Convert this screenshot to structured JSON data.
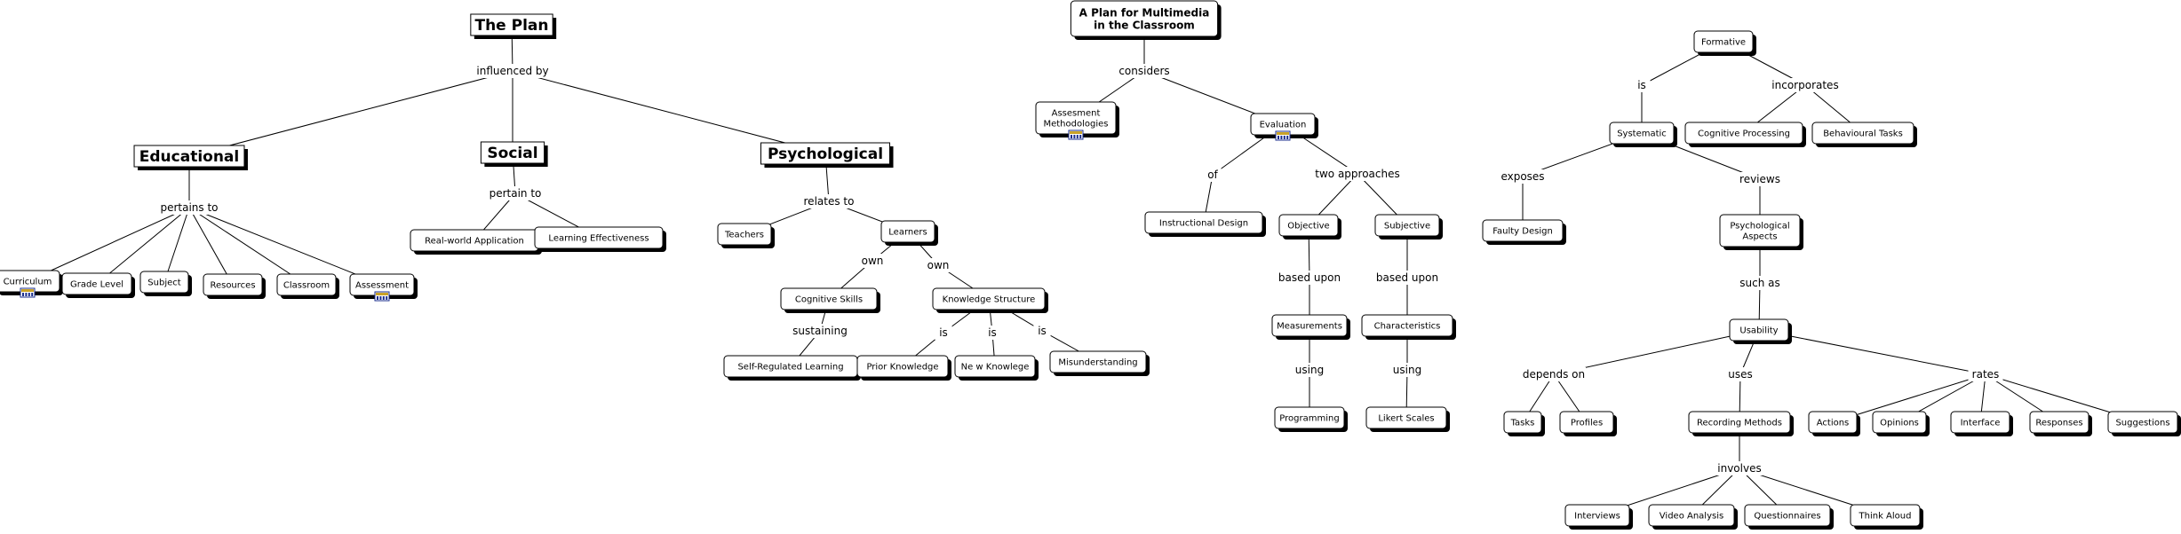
{
  "accent_color": "#e39b10",
  "concepts": [
    {
      "id": "plan",
      "label": "The Plan",
      "style": "big"
    },
    {
      "id": "educational",
      "label": "Educational",
      "style": "big"
    },
    {
      "id": "social",
      "label": "Social",
      "style": "big"
    },
    {
      "id": "psychological",
      "label": "Psychological",
      "style": "big"
    },
    {
      "id": "curriculum",
      "label": "Curriculum",
      "style": "small",
      "has_icon": true
    },
    {
      "id": "grade_level",
      "label": "Grade Level",
      "style": "small"
    },
    {
      "id": "subject",
      "label": "Subject",
      "style": "small"
    },
    {
      "id": "resources",
      "label": "Resources",
      "style": "small"
    },
    {
      "id": "classroom",
      "label": "Classroom",
      "style": "small"
    },
    {
      "id": "assessment",
      "label": "Assessment",
      "style": "small",
      "has_icon": true
    },
    {
      "id": "realworld",
      "label": "Real-world Application",
      "style": "small"
    },
    {
      "id": "learning_eff",
      "label": "Learning Effectiveness",
      "style": "small"
    },
    {
      "id": "teachers",
      "label": "Teachers",
      "style": "small"
    },
    {
      "id": "learners",
      "label": "Learners",
      "style": "small"
    },
    {
      "id": "cognitive_skills",
      "label": "Cognitive Skills",
      "style": "small"
    },
    {
      "id": "knowledge_structure",
      "label": "Knowledge Structure",
      "style": "small"
    },
    {
      "id": "self_regulated",
      "label": "Self-Regulated Learning",
      "style": "small"
    },
    {
      "id": "prior_knowledge",
      "label": "Prior Knowledge",
      "style": "small"
    },
    {
      "id": "new_knowlege",
      "label": "Ne w Knowlege",
      "style": "small"
    },
    {
      "id": "misunderstanding",
      "label": "Misunderstanding",
      "style": "small"
    },
    {
      "id": "mm_plan",
      "label": "A Plan for Multimedia in the Classroom",
      "lines": [
        "A Plan for Multimedia",
        "in the Classroom"
      ],
      "style": "title"
    },
    {
      "id": "assess_methods",
      "label": "Assessment Methodologies",
      "lines": [
        "Assesment",
        "Methodologies"
      ],
      "style": "small",
      "has_icon": true
    },
    {
      "id": "evaluation",
      "label": "Evaluation",
      "style": "small",
      "has_icon": true
    },
    {
      "id": "instructional_design",
      "label": "Instructional Design",
      "style": "small"
    },
    {
      "id": "objective",
      "label": "Objective",
      "style": "small"
    },
    {
      "id": "subjective",
      "label": "Subjective",
      "style": "small"
    },
    {
      "id": "measurements",
      "label": "Measurements",
      "style": "small"
    },
    {
      "id": "characteristics",
      "label": "Characteristics",
      "style": "small"
    },
    {
      "id": "programming",
      "label": "Programming",
      "style": "small"
    },
    {
      "id": "likert",
      "label": "Likert Scales",
      "style": "small"
    },
    {
      "id": "formative",
      "label": "Formative",
      "style": "small"
    },
    {
      "id": "systematic",
      "label": "Systematic",
      "style": "small"
    },
    {
      "id": "cognitive_processing",
      "label": "Cognitive Processing",
      "style": "small"
    },
    {
      "id": "behavioural_tasks",
      "label": "Behavioural Tasks",
      "style": "small"
    },
    {
      "id": "faulty_design",
      "label": "Faulty Design",
      "style": "small"
    },
    {
      "id": "psych_aspects",
      "label": "Psychological Aspects",
      "lines": [
        "Psychological",
        "Aspects"
      ],
      "style": "small"
    },
    {
      "id": "usability",
      "label": "Usability",
      "style": "small"
    },
    {
      "id": "tasks",
      "label": "Tasks",
      "style": "small"
    },
    {
      "id": "profiles",
      "label": "Profiles",
      "style": "small"
    },
    {
      "id": "recording_methods",
      "label": "Recording Methods",
      "style": "small"
    },
    {
      "id": "actions",
      "label": "Actions",
      "style": "small"
    },
    {
      "id": "opinions",
      "label": "Opinions",
      "style": "small"
    },
    {
      "id": "interface",
      "label": "Interface",
      "style": "small"
    },
    {
      "id": "responses",
      "label": "Responses",
      "style": "small"
    },
    {
      "id": "suggestions",
      "label": "Suggestions",
      "style": "small"
    },
    {
      "id": "interviews",
      "label": "Interviews",
      "style": "small"
    },
    {
      "id": "video_analysis",
      "label": "Video Analysis",
      "style": "small"
    },
    {
      "id": "questionnaires",
      "label": "Questionnaires",
      "style": "small"
    },
    {
      "id": "think_aloud",
      "label": "Think Aloud",
      "style": "small"
    }
  ],
  "phrases": [
    {
      "id": "p_influenced",
      "label": "influenced by"
    },
    {
      "id": "p_pertains",
      "label": "pertains to"
    },
    {
      "id": "p_pertain",
      "label": "pertain to"
    },
    {
      "id": "p_relates",
      "label": "relates to"
    },
    {
      "id": "p_own1",
      "label": "own"
    },
    {
      "id": "p_own2",
      "label": "own"
    },
    {
      "id": "p_sustaining",
      "label": "sustaining"
    },
    {
      "id": "p_is1",
      "label": "is"
    },
    {
      "id": "p_is2",
      "label": "is"
    },
    {
      "id": "p_is3",
      "label": "is"
    },
    {
      "id": "p_considers",
      "label": "considers"
    },
    {
      "id": "p_of",
      "label": "of"
    },
    {
      "id": "p_two",
      "label": "two approaches"
    },
    {
      "id": "p_based1",
      "label": "based upon"
    },
    {
      "id": "p_based2",
      "label": "based upon"
    },
    {
      "id": "p_using1",
      "label": "using"
    },
    {
      "id": "p_using2",
      "label": "using"
    },
    {
      "id": "p_is_formative",
      "label": "is"
    },
    {
      "id": "p_incorporates",
      "label": "incorporates"
    },
    {
      "id": "p_exposes",
      "label": "exposes"
    },
    {
      "id": "p_reviews",
      "label": "reviews"
    },
    {
      "id": "p_suchas",
      "label": "such as"
    },
    {
      "id": "p_depends",
      "label": "depends on"
    },
    {
      "id": "p_uses",
      "label": "uses"
    },
    {
      "id": "p_rates",
      "label": "rates"
    },
    {
      "id": "p_involves",
      "label": "involves"
    }
  ],
  "links": [
    [
      "plan",
      "p_influenced"
    ],
    [
      "p_influenced",
      "educational"
    ],
    [
      "p_influenced",
      "social"
    ],
    [
      "p_influenced",
      "psychological"
    ],
    [
      "educational",
      "p_pertains"
    ],
    [
      "p_pertains",
      "curriculum"
    ],
    [
      "p_pertains",
      "grade_level"
    ],
    [
      "p_pertains",
      "subject"
    ],
    [
      "p_pertains",
      "resources"
    ],
    [
      "p_pertains",
      "classroom"
    ],
    [
      "p_pertains",
      "assessment"
    ],
    [
      "social",
      "p_pertain"
    ],
    [
      "p_pertain",
      "realworld"
    ],
    [
      "p_pertain",
      "learning_eff"
    ],
    [
      "psychological",
      "p_relates"
    ],
    [
      "p_relates",
      "teachers"
    ],
    [
      "p_relates",
      "learners"
    ],
    [
      "learners",
      "p_own1"
    ],
    [
      "learners",
      "p_own2"
    ],
    [
      "p_own1",
      "cognitive_skills"
    ],
    [
      "p_own2",
      "knowledge_structure"
    ],
    [
      "cognitive_skills",
      "p_sustaining"
    ],
    [
      "p_sustaining",
      "self_regulated"
    ],
    [
      "knowledge_structure",
      "p_is1"
    ],
    [
      "knowledge_structure",
      "p_is2"
    ],
    [
      "knowledge_structure",
      "p_is3"
    ],
    [
      "p_is1",
      "prior_knowledge"
    ],
    [
      "p_is2",
      "new_knowlege"
    ],
    [
      "p_is3",
      "misunderstanding"
    ],
    [
      "mm_plan",
      "p_considers"
    ],
    [
      "p_considers",
      "assess_methods"
    ],
    [
      "p_considers",
      "evaluation"
    ],
    [
      "evaluation",
      "p_of"
    ],
    [
      "evaluation",
      "p_two"
    ],
    [
      "p_of",
      "instructional_design"
    ],
    [
      "p_two",
      "objective"
    ],
    [
      "p_two",
      "subjective"
    ],
    [
      "objective",
      "p_based1"
    ],
    [
      "subjective",
      "p_based2"
    ],
    [
      "p_based1",
      "measurements"
    ],
    [
      "p_based2",
      "characteristics"
    ],
    [
      "measurements",
      "p_using1"
    ],
    [
      "characteristics",
      "p_using2"
    ],
    [
      "p_using1",
      "programming"
    ],
    [
      "p_using2",
      "likert"
    ],
    [
      "formative",
      "p_is_formative"
    ],
    [
      "formative",
      "p_incorporates"
    ],
    [
      "p_is_formative",
      "systematic"
    ],
    [
      "p_incorporates",
      "cognitive_processing"
    ],
    [
      "p_incorporates",
      "behavioural_tasks"
    ],
    [
      "systematic",
      "p_exposes"
    ],
    [
      "systematic",
      "p_reviews"
    ],
    [
      "p_exposes",
      "faulty_design"
    ],
    [
      "p_reviews",
      "psych_aspects"
    ],
    [
      "psych_aspects",
      "p_suchas"
    ],
    [
      "p_suchas",
      "usability"
    ],
    [
      "usability",
      "p_depends"
    ],
    [
      "usability",
      "p_uses"
    ],
    [
      "usability",
      "p_rates"
    ],
    [
      "p_depends",
      "tasks"
    ],
    [
      "p_depends",
      "profiles"
    ],
    [
      "p_uses",
      "recording_methods"
    ],
    [
      "p_rates",
      "actions"
    ],
    [
      "p_rates",
      "opinions"
    ],
    [
      "p_rates",
      "interface"
    ],
    [
      "p_rates",
      "responses"
    ],
    [
      "p_rates",
      "suggestions"
    ],
    [
      "recording_methods",
      "p_involves"
    ],
    [
      "p_involves",
      "interviews"
    ],
    [
      "p_involves",
      "video_analysis"
    ],
    [
      "p_involves",
      "questionnaires"
    ],
    [
      "p_involves",
      "think_aloud"
    ]
  ]
}
